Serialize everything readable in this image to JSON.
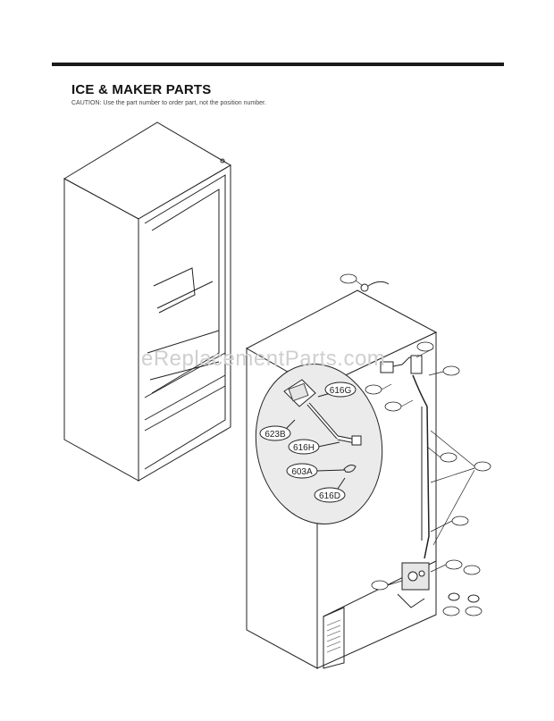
{
  "header": {
    "title": "ICE & MAKER PARTS",
    "caution": "CAUTION: Use the part number to order part, not the position number."
  },
  "watermark": "eReplacementParts.com",
  "callouts": {
    "c616G": "616G",
    "c623B": "623B",
    "c616H": "616H",
    "c603A": "603A",
    "c616D": "616D"
  }
}
